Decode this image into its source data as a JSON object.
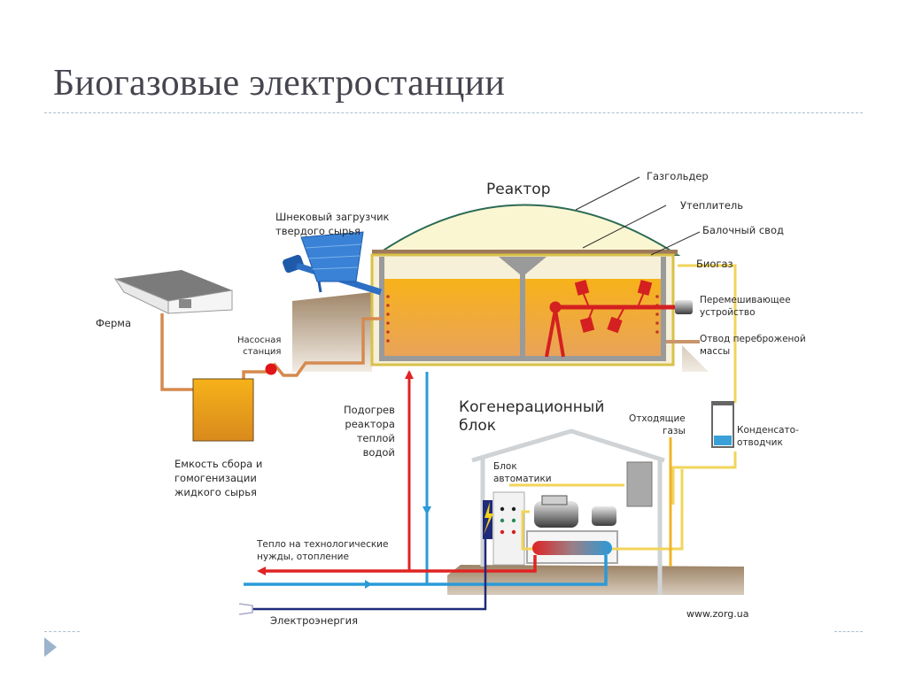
{
  "slide": {
    "title": "Биогазовые электростанции"
  },
  "diagram": {
    "labels": {
      "reactor": "Реактор",
      "gasholder": "Газгольдер",
      "insulation": "Утеплитель",
      "beam_vault": "Балочный свод",
      "biogas": "Биогаз",
      "mixer": "Перемешивающее\nустройство",
      "digestate_outlet": "Отвод переброженой\nмассы",
      "screw_loader": "Шнековый загрузчик\nтвердого сырья",
      "farm": "Ферма",
      "pump_station": "Насосная\nстанция",
      "collection_tank": "Емкость сбора и\nгомогенизации\nжидкого сырья",
      "reactor_heating": "Подогрев\nреактора\nтеплой\nводой",
      "cogeneration_unit": "Когенерационный\nблок",
      "exhaust_gases": "Отходящие\nгазы",
      "condensate_trap": "Конденсато-\nотводчик",
      "automation_unit": "Блок\nавтоматики",
      "process_heat": "Тепло на технологические\nнужды, отопление",
      "electricity": "Электроэнергия",
      "source": "www.zorg.ua"
    },
    "colors": {
      "substrate": "#f0a818",
      "pipe_feed": "#d58a4f",
      "hot_water": "#e02424",
      "cold_water": "#2a9ad8",
      "gas_line": "#f2d45a",
      "power_line": "#1f2a7a",
      "ground": "#9c8366",
      "loader": "#2d6fc4",
      "mixer": "#d42020"
    }
  }
}
